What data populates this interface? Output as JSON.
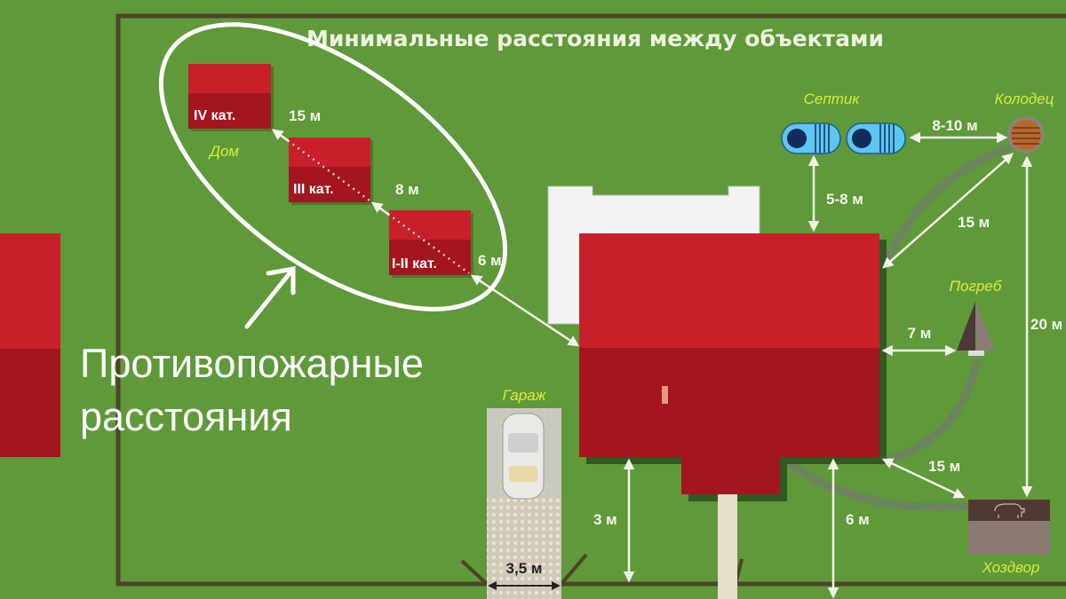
{
  "title": "Минимальные расстояния между объектами",
  "houses": {
    "cat4": "IV кат.",
    "cat3": "III кат.",
    "cat12": "I-II кат.",
    "label": "Дом"
  },
  "fire_distances": {
    "d1": "15 м",
    "d2": "8 м",
    "d3": "6 м"
  },
  "caption": {
    "line1": "Противопожарные",
    "line2": "расстояния"
  },
  "objects": {
    "septic": "Септик",
    "well": "Колодец",
    "cellar": "Погреб",
    "garage": "Гараж",
    "yard": "Хоздвор"
  },
  "distances": {
    "septic_well": "8-10 м",
    "septic_house": "5-8 м",
    "well_house": "15 м",
    "well_yard": "20 м",
    "cellar_house": "7 м",
    "yard_house": "15 м",
    "house_fence_right": "6 м",
    "house_fence_left": "3 м",
    "garage_width": "3,5 м"
  },
  "colors": {
    "grass": "#5f993a",
    "roof_light": "#c8202a",
    "roof_dark": "#a3151f",
    "fence": "#4b4526",
    "label_yellow": "#d9ec3a"
  }
}
